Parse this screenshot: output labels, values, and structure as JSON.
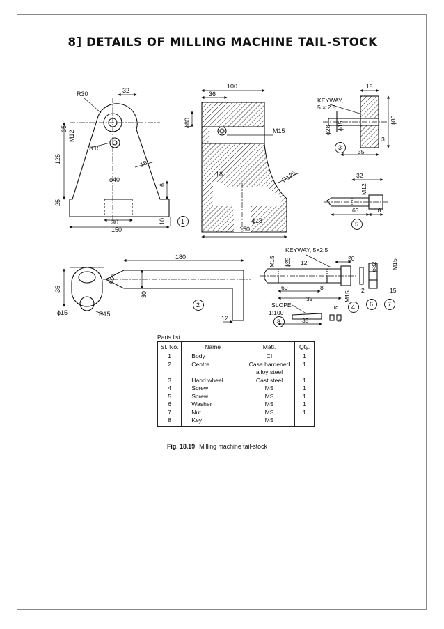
{
  "page": {
    "title": "8] DETAILS OF MILLING MACHINE TAIL-STOCK"
  },
  "drawing": {
    "dims": {
      "r30": "R30",
      "d32a": "32",
      "m12a": "M12",
      "d35a": "35",
      "r15a": "R15",
      "d125": "125",
      "d25a": "25",
      "phi40": "ϕ40",
      "d18a": "18",
      "d6": "6",
      "d30a": "30",
      "d150a": "150",
      "d10": "10",
      "d100": "100",
      "d36": "36",
      "phi80a": "ϕ80",
      "m15a": "M15",
      "d18b": "18",
      "r125": "R125",
      "phi18": "ϕ18",
      "d150b": "150",
      "keyway1": "KEYWAY,",
      "keyway1b": "5 × 2.5",
      "d18c": "18",
      "phi28": "ϕ28",
      "phi15a": "ϕ15",
      "phi80b": "ϕ80",
      "d3": "3",
      "d35b": "35",
      "d32b": "32",
      "m12b": "M12",
      "d63": "63",
      "d18d": "18",
      "d180": "180",
      "d60a": "60°",
      "d35c": "35",
      "d30b": "30",
      "phi15b": "ϕ15",
      "r15b": "R15",
      "d12a": "12",
      "keyway2": "KEYWAY, 5×2.5",
      "m15b": "M15",
      "phi25": "ϕ25",
      "d12b": "12",
      "d20": "20",
      "phi32": "ϕ32",
      "m15c": "M15",
      "d60b": "60",
      "d8": "8",
      "m15d": "M15",
      "d2": "2",
      "d15": "15",
      "d32c": "32",
      "slope": "SLOPE",
      "slopeval": "1:100",
      "d5a": "5",
      "d35d": "35",
      "d5b": "5"
    },
    "balloons": [
      "1",
      "2",
      "3",
      "4",
      "5",
      "6",
      "7",
      "8"
    ]
  },
  "parts_list": {
    "caption": "Parts list",
    "headers": [
      "Sl. No.",
      "Name",
      "Matl.",
      "Qty."
    ],
    "rows": [
      {
        "no": "1",
        "name": "Body",
        "matl": "CI",
        "matl2": "",
        "qty": "1"
      },
      {
        "no": "2",
        "name": "Centre",
        "matl": "Case hardened",
        "matl2": "alloy steel",
        "qty": "1"
      },
      {
        "no": "3",
        "name": "Hand wheel",
        "matl": "Cast steel",
        "matl2": "",
        "qty": "1"
      },
      {
        "no": "4",
        "name": "Screw",
        "matl": "MS",
        "matl2": "",
        "qty": "1"
      },
      {
        "no": "5",
        "name": "Screw",
        "matl": "MS",
        "matl2": "",
        "qty": "1"
      },
      {
        "no": "6",
        "name": "Washer",
        "matl": "MS",
        "matl2": "",
        "qty": "1"
      },
      {
        "no": "7",
        "name": "Nut",
        "matl": "MS",
        "matl2": "",
        "qty": "1"
      },
      {
        "no": "8",
        "name": "Key",
        "matl": "MS",
        "matl2": "",
        "qty": ""
      }
    ]
  },
  "figure": {
    "number": "Fig. 18.19",
    "caption": "Milling machine tail-stock"
  }
}
